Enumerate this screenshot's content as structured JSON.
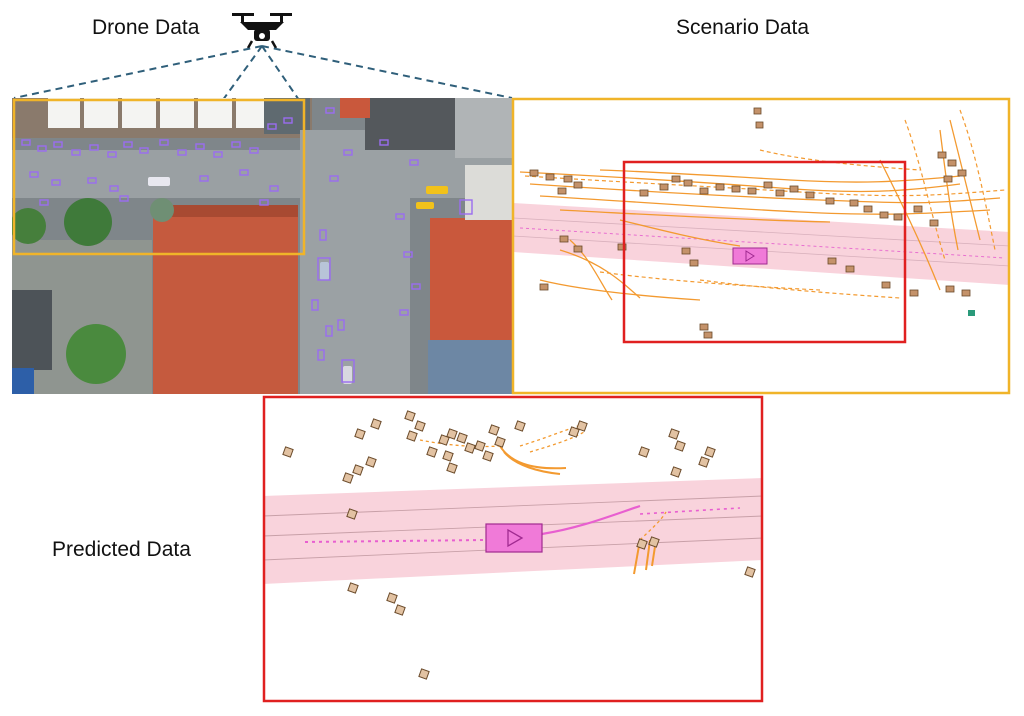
{
  "labels": {
    "drone": "Drone Data",
    "scenario": "Scenario Data",
    "predicted": "Predicted Data"
  },
  "icons": {
    "drone": "quadcopter-drone-icon",
    "agent_box": "agent-triangle-icon"
  },
  "colors": {
    "yellow_frame": "#f0b429",
    "red_frame": "#e02020",
    "lane": "#f9d3dc",
    "lane_line": "#c8a0a8",
    "trajectory": "#f39a30",
    "agent_box": "#c4926a",
    "ego": "#f07ad8",
    "ego_path": "#e85fd0",
    "drone_detection": "#9a6cf0",
    "dashed_projection": "#2f5f7a",
    "roof": "#c9583c",
    "road": "#9aa0a3",
    "tree": "#3f7a3a"
  }
}
